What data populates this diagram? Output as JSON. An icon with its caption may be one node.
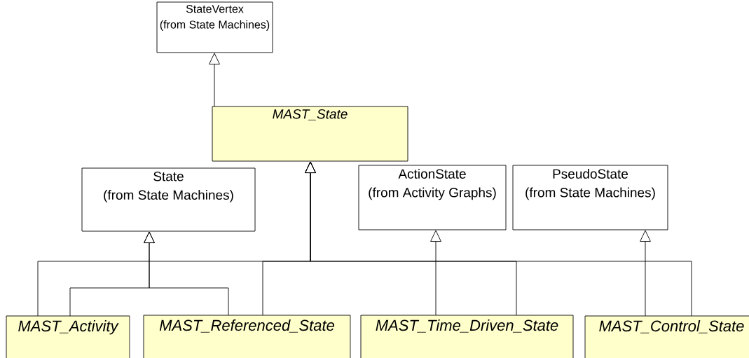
{
  "diagram": {
    "nodes": [
      {
        "text": [
          "StateVertex",
          "(from State Machines)"
        ]
      },
      {
        "text": [
          "MAST_State"
        ]
      },
      {
        "text": [
          "State",
          "(from State Machines)"
        ]
      },
      {
        "text": [
          "ActionState",
          "(from Activity Graphs)"
        ]
      },
      {
        "text": [
          "PseudoState",
          "(from State Machines)"
        ]
      },
      {
        "text": [
          "MAST_Activity"
        ]
      },
      {
        "text": [
          "MAST_Referenced_State"
        ]
      },
      {
        "text": [
          "MAST_Time_Driven_State"
        ]
      },
      {
        "text": [
          "MAST_Control_State"
        ]
      }
    ],
    "edges": [
      {
        "from": 1,
        "to": 0,
        "arrow": "to"
      },
      {
        "from": 5,
        "to": 1,
        "arrow": "to"
      },
      {
        "from": 6,
        "to": 1,
        "arrow": "to"
      },
      {
        "from": 7,
        "to": 1,
        "arrow": "to"
      },
      {
        "from": 8,
        "to": 1,
        "arrow": "to"
      },
      {
        "from": 5,
        "to": 2,
        "arrow": "to"
      },
      {
        "from": 6,
        "to": 2,
        "arrow": "to"
      },
      {
        "from": 7,
        "to": 3,
        "arrow": "to"
      },
      {
        "from": 8,
        "to": 4,
        "arrow": "to"
      }
    ]
  }
}
